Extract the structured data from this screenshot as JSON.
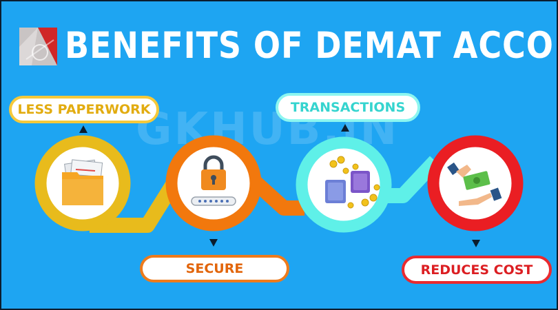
{
  "header": {
    "title": "BENEFITS OF DEMAT ACCOUNT"
  },
  "watermark": "GKHUB.IN",
  "benefits": [
    {
      "label": "LESS PAPERWORK",
      "icon": "folder-documents-icon",
      "color": "#e8bb1c"
    },
    {
      "label": "SECURE",
      "icon": "padlock-password-icon",
      "color": "#f2780d"
    },
    {
      "label": "TRANSACTIONS",
      "icon": "wallets-coins-icon",
      "color": "#5ff0e8"
    },
    {
      "label": "REDUCES COST",
      "icon": "hands-exchanging-money-icon",
      "color": "#ea1e23"
    }
  ],
  "colors": {
    "background": "#1ea5f2",
    "title": "#ffffff",
    "yellow": "#e8bb1c",
    "orange": "#f2780d",
    "cyan": "#5ff0e8",
    "red": "#ea1e23"
  }
}
